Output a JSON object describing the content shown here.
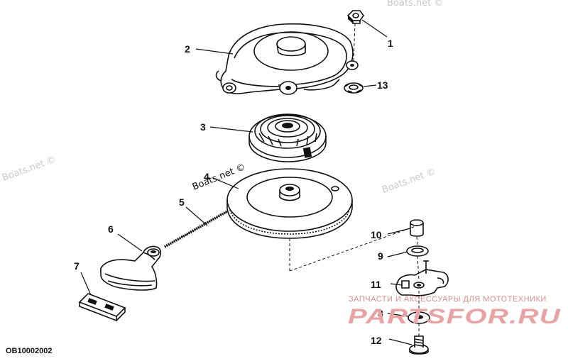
{
  "callouts": {
    "c1": "1",
    "c2": "2",
    "c3": "3",
    "c4": "4",
    "c5": "5",
    "c6": "6",
    "c7": "7",
    "c8": "8",
    "c9": "9",
    "c10": "10",
    "c11": "11",
    "c12": "12",
    "c13": "13"
  },
  "watermarks": {
    "topright": "Boats.net ©",
    "left": "Boats.net ©",
    "center": "Boats.net ©",
    "right": "Boats.net ©"
  },
  "banner": {
    "subtitle": "ЗАПЧАСТИ И АКСЕССУАРЫ ДЛЯ МОТОТЕХНИКИ",
    "brand": "PARTSFOR.RU"
  },
  "footer": {
    "code": "OB10002002"
  },
  "colors": {
    "ink": "#111111",
    "watermark": "#c9c9c9",
    "banner_text": "#e8a4a4"
  }
}
